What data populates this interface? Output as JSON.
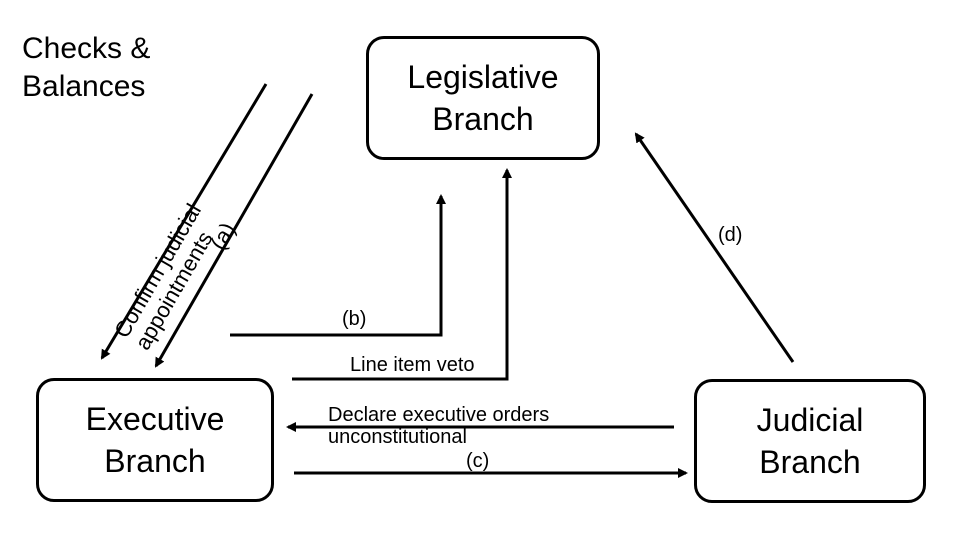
{
  "title": "Checks &\nBalances",
  "branches": {
    "legislative": "Legislative\nBranch",
    "executive": "Executive\nBranch",
    "judicial": "Judicial\nBranch"
  },
  "labels": {
    "a_text": "Confirm judicial\nappointments",
    "a_marker": "(a)",
    "b": "(b)",
    "veto": "Line item veto",
    "c_text": "Declare executive orders\nunconstitutional",
    "c_marker": "(c)",
    "d": "(d)"
  }
}
